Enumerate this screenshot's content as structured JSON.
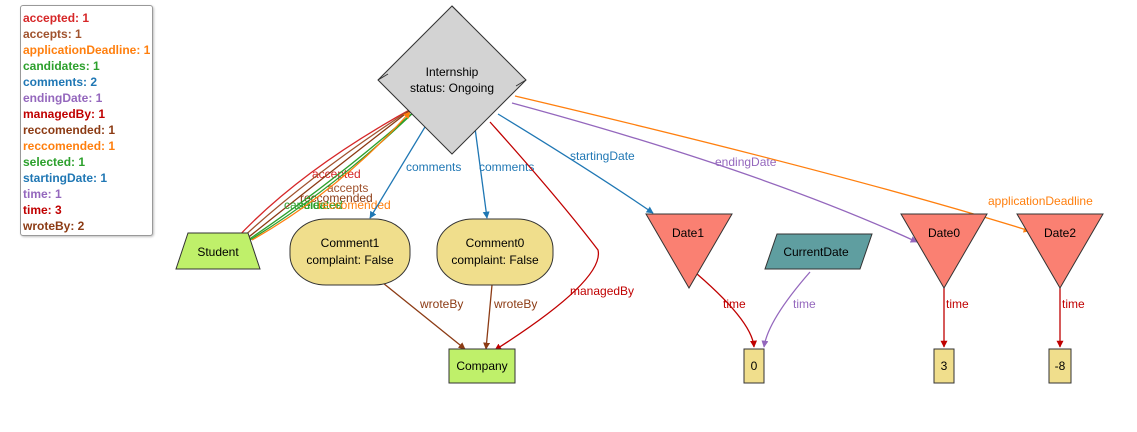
{
  "legend": [
    {
      "label": "accepted: 1",
      "color": "#d62728"
    },
    {
      "label": "accepts: 1",
      "color": "#a0522d"
    },
    {
      "label": "applicationDeadline: 1",
      "color": "#ff7f0e"
    },
    {
      "label": "candidates: 1",
      "color": "#2ca02c"
    },
    {
      "label": "comments: 2",
      "color": "#1f77b4"
    },
    {
      "label": "endingDate: 1",
      "color": "#9467bd"
    },
    {
      "label": "managedBy: 1",
      "color": "#c00000"
    },
    {
      "label": "reccomended: 1",
      "color": "#8c3b14"
    },
    {
      "label": "reccomended: 1",
      "color": "#ff7f0e"
    },
    {
      "label": "selected: 1",
      "color": "#2ca02c"
    },
    {
      "label": "startingDate: 1",
      "color": "#1f77b4"
    },
    {
      "label": "time: 1",
      "color": "#9467bd"
    },
    {
      "label": "time: 3",
      "color": "#c00000"
    },
    {
      "label": "wroteBy: 2",
      "color": "#8c3b14"
    }
  ],
  "nodes": {
    "internship": {
      "line1": "Internship",
      "line2": "status: Ongoing",
      "color": "#d3d3d3"
    },
    "student": {
      "label": "Student",
      "color": "#bff06a"
    },
    "comment1": {
      "line1": "Comment1",
      "line2": "complaint: False",
      "color": "#f0de8c"
    },
    "comment0": {
      "line1": "Comment0",
      "line2": "complaint: False",
      "color": "#f0de8c"
    },
    "company": {
      "label": "Company",
      "color": "#bff06a"
    },
    "date1": {
      "label": "Date1",
      "color": "#fa8072"
    },
    "currentdate": {
      "label": "CurrentDate",
      "color": "#5f9ea0"
    },
    "date0": {
      "label": "Date0",
      "color": "#fa8072"
    },
    "date2": {
      "label": "Date2",
      "color": "#fa8072"
    },
    "val0": {
      "label": "0",
      "color": "#f0de8c"
    },
    "val3": {
      "label": "3",
      "color": "#f0de8c"
    },
    "valm8": {
      "label": "-8",
      "color": "#f0de8c"
    }
  },
  "edges": {
    "accepted": {
      "label": "accepted",
      "color": "#d62728"
    },
    "accepts": {
      "label": "accepts",
      "color": "#a0522d"
    },
    "reccomended_a": {
      "label": "reccomended",
      "color": "#8c3b14"
    },
    "reccomended_b": {
      "label": "reccomended",
      "color": "#ff7f0e"
    },
    "candidates": {
      "label": "candidates",
      "color": "#2ca02c"
    },
    "selected": {
      "label": "selected",
      "color": "#2ca02c"
    },
    "comments1": {
      "label": "comments",
      "color": "#1f77b4"
    },
    "comments0": {
      "label": "comments",
      "color": "#1f77b4"
    },
    "managedBy": {
      "label": "managedBy",
      "color": "#c00000"
    },
    "startingDate": {
      "label": "startingDate",
      "color": "#1f77b4"
    },
    "endingDate": {
      "label": "endingDate",
      "color": "#9467bd"
    },
    "applicationDeadline": {
      "label": "applicationDeadline",
      "color": "#ff7f0e"
    },
    "wroteBy1": {
      "label": "wroteBy",
      "color": "#8c3b14"
    },
    "wroteBy0": {
      "label": "wroteBy",
      "color": "#8c3b14"
    },
    "time_date1": {
      "label": "time",
      "color": "#c00000"
    },
    "time_current": {
      "label": "time",
      "color": "#9467bd"
    },
    "time_date0": {
      "label": "time",
      "color": "#c00000"
    },
    "time_date2": {
      "label": "time",
      "color": "#c00000"
    }
  }
}
